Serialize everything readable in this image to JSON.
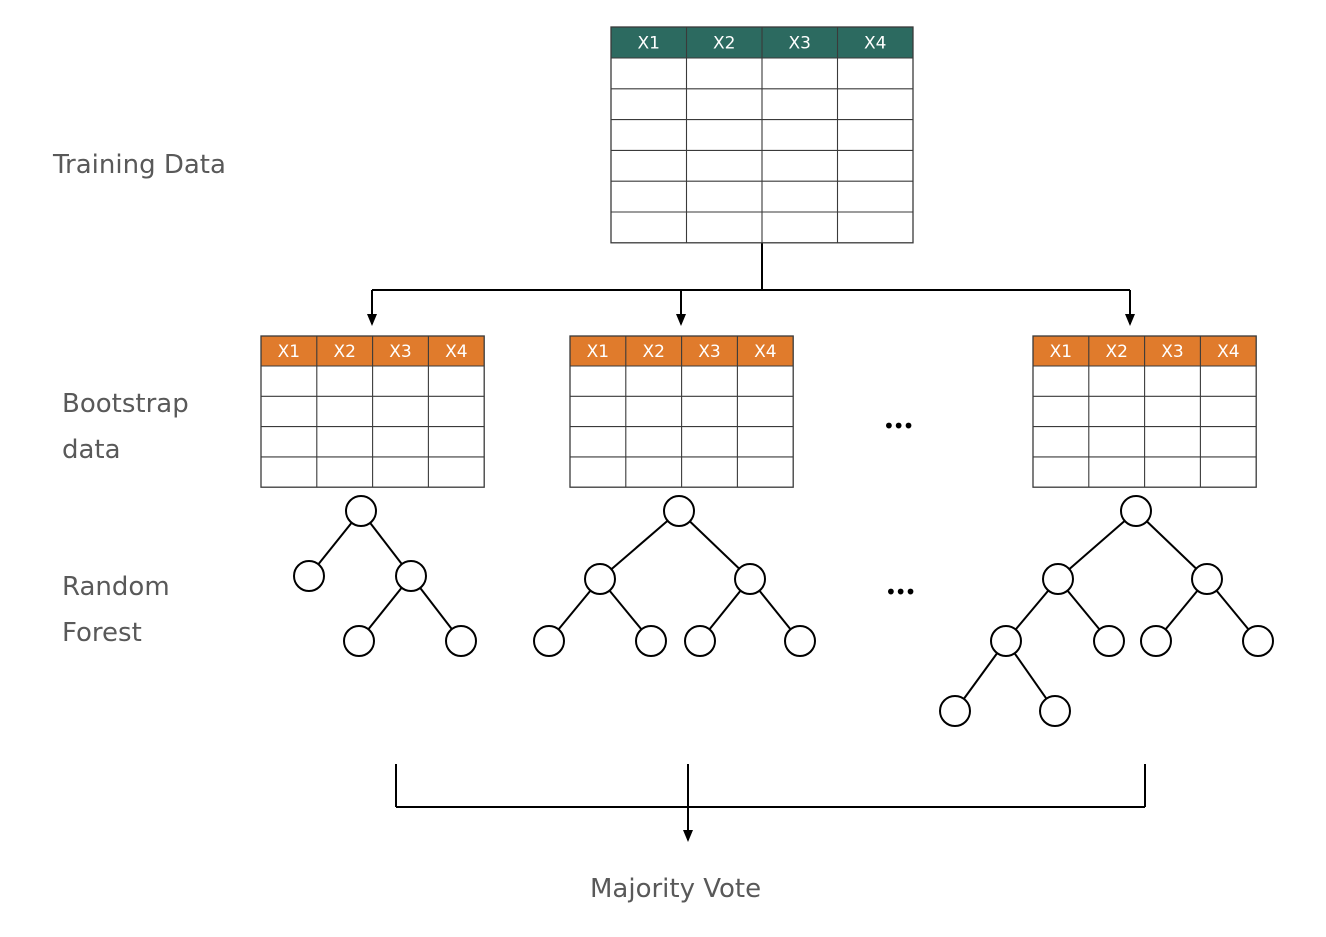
{
  "labels": {
    "training": "Training Data",
    "bootstrap_line1": "Bootstrap",
    "bootstrap_line2": "data",
    "forest_line1": "Random",
    "forest_line2": "Forest",
    "vote": "Majority Vote",
    "ellipsis_tables": "•••",
    "ellipsis_trees": "•••"
  },
  "training_table": {
    "columns": [
      "X1",
      "X2",
      "X3",
      "X4"
    ],
    "row_count": 6,
    "header_color": "#2c6a60"
  },
  "bootstrap_tables": [
    {
      "columns": [
        "X1",
        "X2",
        "X3",
        "X4"
      ],
      "row_count": 4
    },
    {
      "columns": [
        "X1",
        "X2",
        "X3",
        "X4"
      ],
      "row_count": 4
    },
    {
      "columns": [
        "X1",
        "X2",
        "X3",
        "X4"
      ],
      "row_count": 4
    }
  ],
  "bootstrap_header_color": "#e07b2c",
  "tree_count": 3,
  "colors": {
    "line": "#000000",
    "grid": "#3a3a3a",
    "label": "#595959"
  }
}
